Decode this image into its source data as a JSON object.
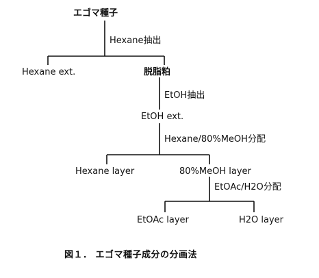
{
  "diagram": {
    "root": "エゴマ種子",
    "step1": "Hexane抽出",
    "left1": "Hexane ext.",
    "residue": "脱脂粕",
    "step2": "EtOH抽出",
    "etoh_ext": "EtOH ext.",
    "step3": "Hexane/80%MeOH分配",
    "hexane_layer": "Hexane layer",
    "meoh_layer": "80%MeOH layer",
    "step4": "EtOAc/H2O分配",
    "etoac_layer": "EtOAc layer",
    "h2o_layer": "H2O layer"
  },
  "caption": "図１．  エゴマ種子成分の分画法"
}
